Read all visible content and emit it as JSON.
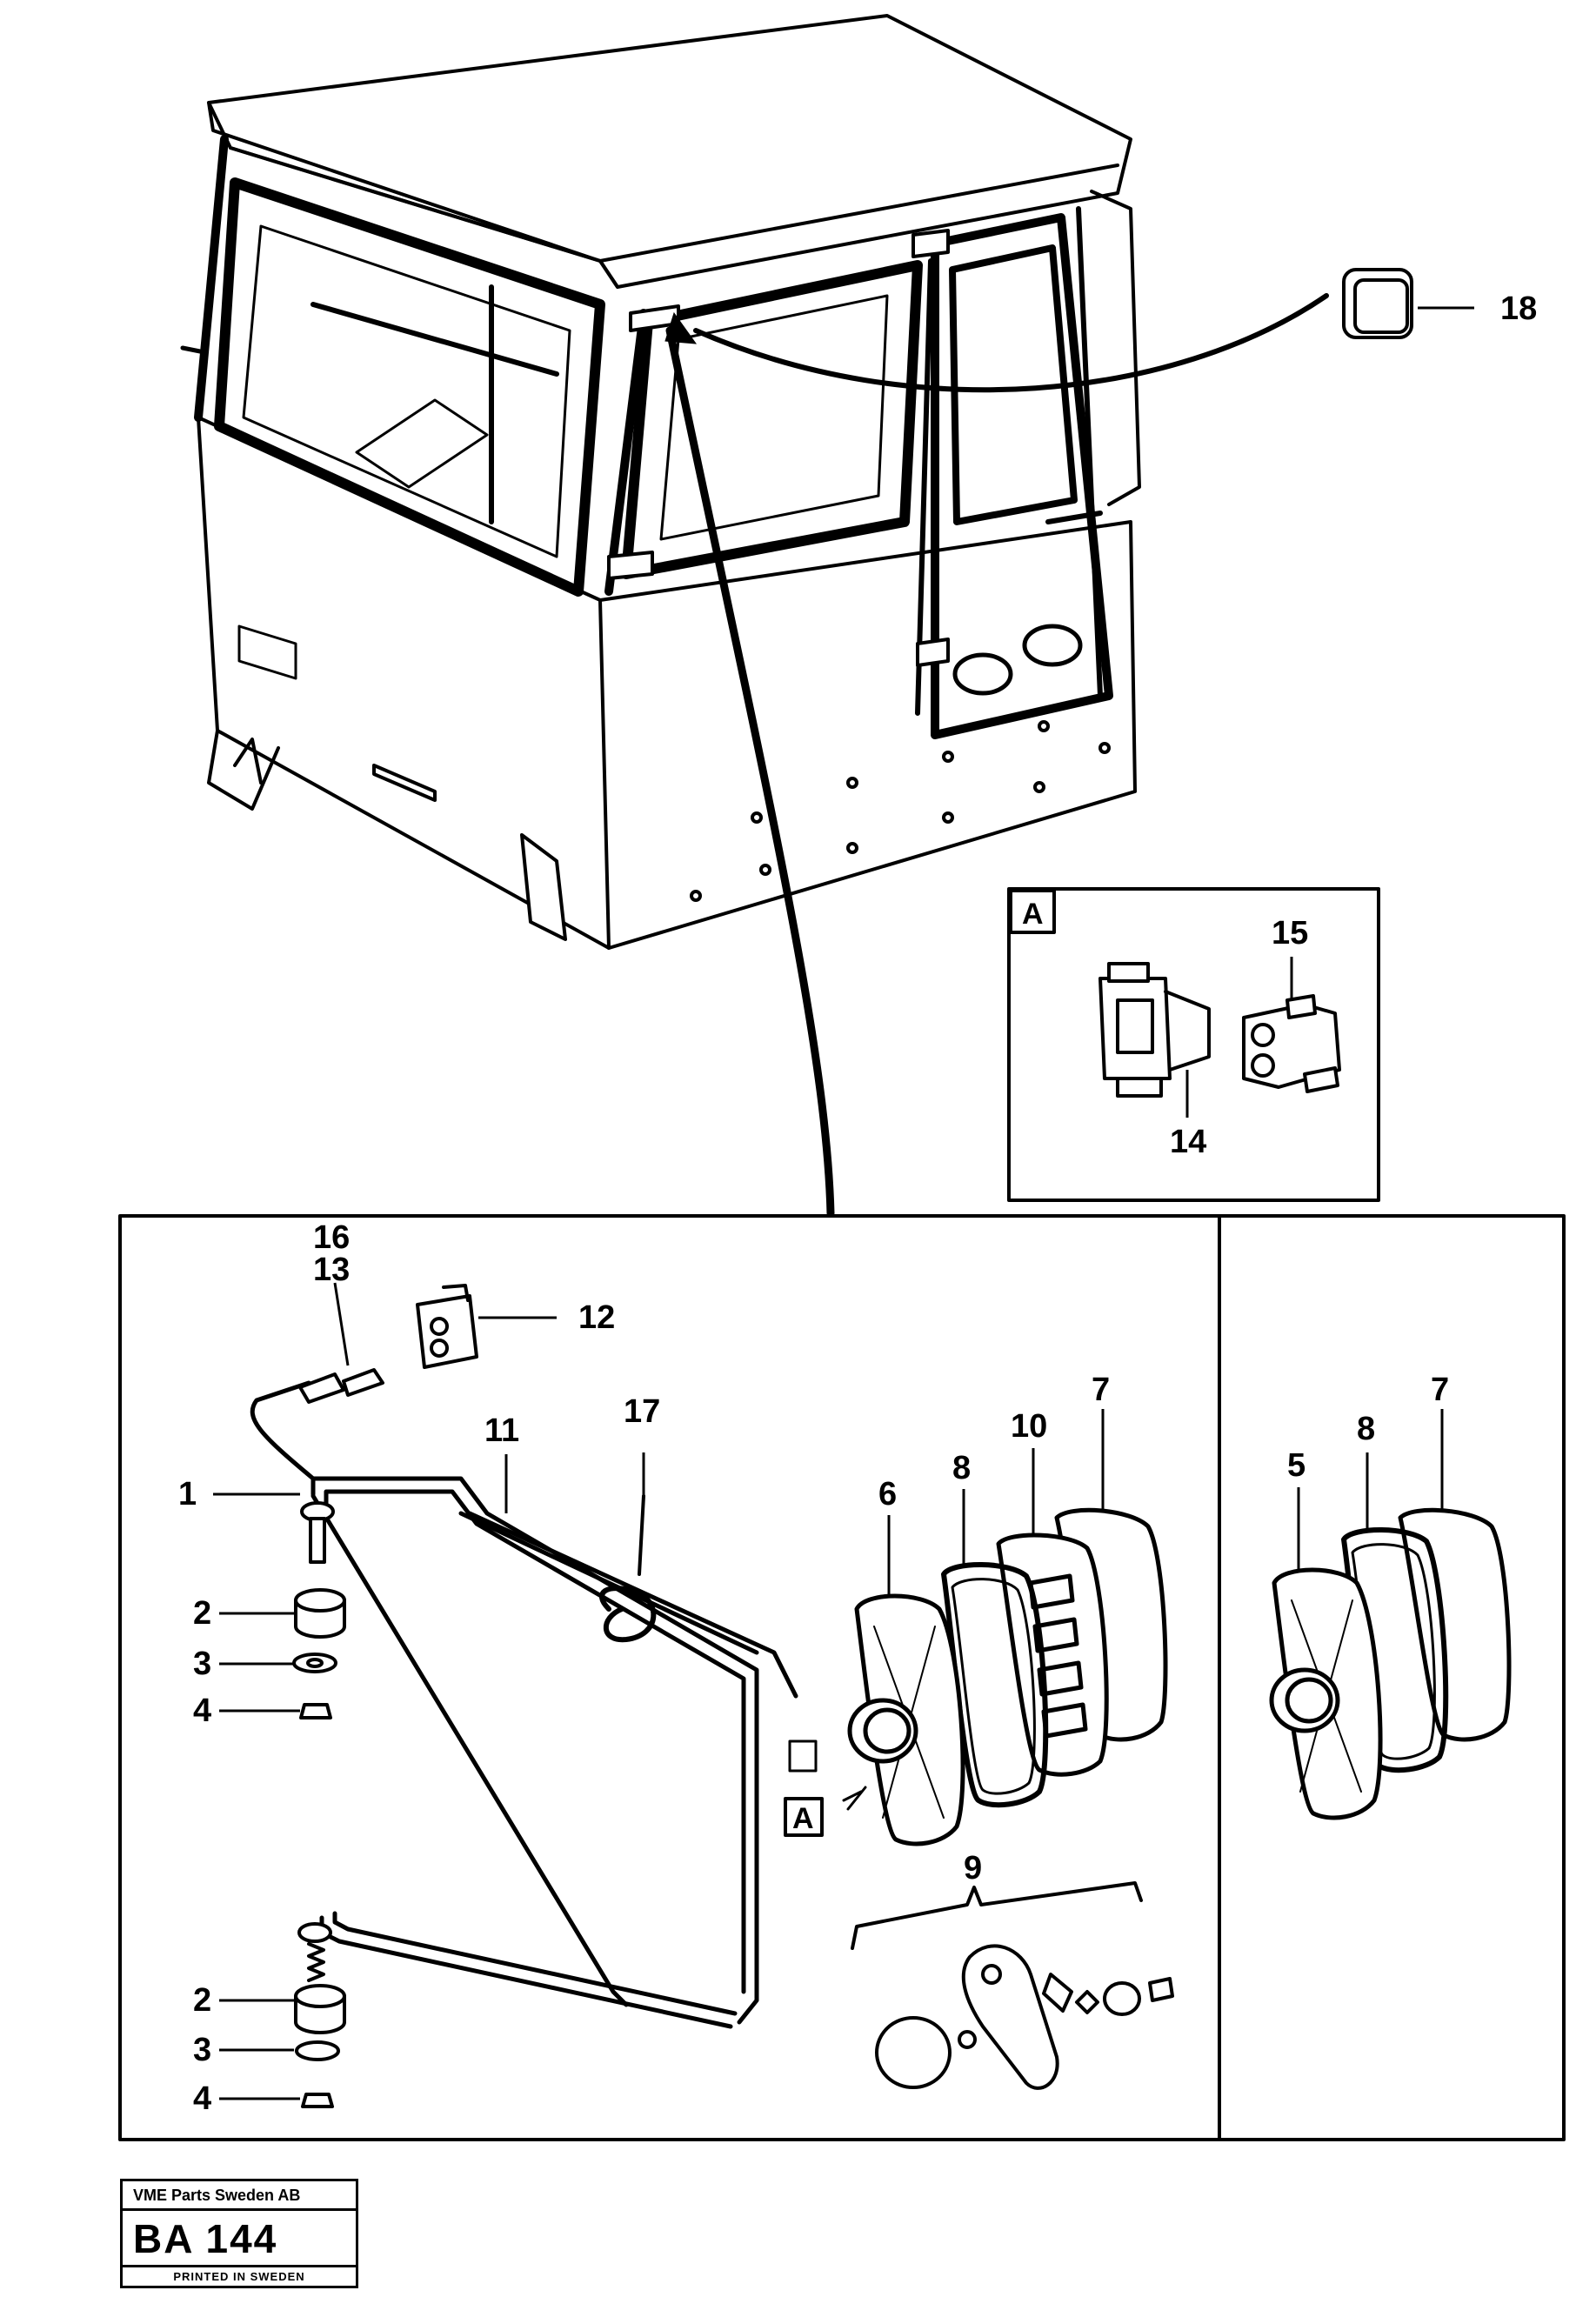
{
  "callouts": {
    "c1": "1",
    "c2a": "2",
    "c3a": "3",
    "c4a": "4",
    "c2b": "2",
    "c3b": "3",
    "c4b": "4",
    "c5": "5",
    "c6": "6",
    "c7a": "7",
    "c7b": "7",
    "c8a": "8",
    "c8b": "8",
    "c9": "9",
    "c10": "10",
    "c11": "11",
    "c12": "12",
    "c13": "13",
    "c14": "14",
    "c15": "15",
    "c16": "16",
    "c17": "17",
    "c18": "18"
  },
  "detail_tags": {
    "inset": "A",
    "connector": "A"
  },
  "title_block": {
    "company": "VME Parts Sweden AB",
    "code": "BA  144",
    "printed": "PRINTED IN SWEDEN"
  }
}
